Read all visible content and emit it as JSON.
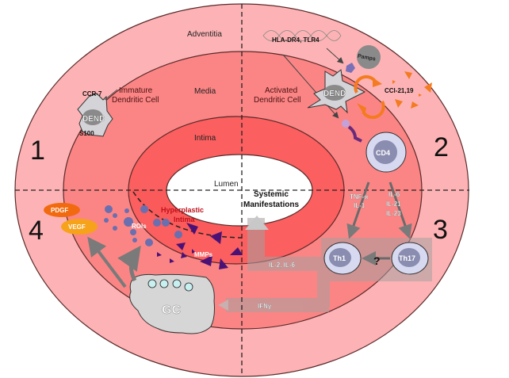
{
  "layers": {
    "adventitia": "Adventitia",
    "media": "Media",
    "intima": "Intima",
    "lumen": "Lumen"
  },
  "quadrants": [
    "1",
    "2",
    "3",
    "4"
  ],
  "quadrant1": {
    "cell_label_line1": "Immature",
    "cell_label_line2": "Dendritic Cell",
    "cell_name": "DEND",
    "marker_top": "CCR-7",
    "marker_bottom": "S100"
  },
  "quadrant2": {
    "genes": "HLA-DR4, TLR4",
    "pamps": "Pamps",
    "cell_label_line1": "Activated",
    "cell_label_line2": "Dendritic Cell",
    "cell_name": "DEND",
    "chemokines": "CCl-21,19",
    "t_cell": "CD4"
  },
  "quadrant3": {
    "cytokines_th1": [
      "TNF-α",
      "IL-1"
    ],
    "cytokines_th17": [
      "IL-6",
      "IL-21",
      "IL-23"
    ],
    "th1": "Th1",
    "th17": "Th17",
    "question": "?",
    "il_output": "IL-2, IL-6",
    "ifn": "IFNγ"
  },
  "quadrant4": {
    "pdgf": "PDGF",
    "vegf": "VEGF",
    "rois": "ROIs",
    "hyperplastic_line1": "Hyperplastic",
    "hyperplastic_line2": "Intima",
    "mmps": "MMPs",
    "gc": "GC"
  },
  "center": {
    "systemic_line1": "Systemic",
    "systemic_line2": "Manifestations"
  },
  "colors": {
    "adventitia": "#fdb3b5",
    "media": "#fb8585",
    "intima": "#fb5f5f",
    "lumen": "#ffffff",
    "outline": "#5a2a2a",
    "pdgf": "#f26a10",
    "vegf": "#f6a21a",
    "chemokine": "#f47b20",
    "roi": "#6a6fb0",
    "mmp": "#4b1276",
    "cell_fill": "#c9cbe9",
    "cell_nucleus": "#8a8cb0",
    "gc": "#d6d6d6",
    "hyperplastic_text": "#c0101a"
  }
}
